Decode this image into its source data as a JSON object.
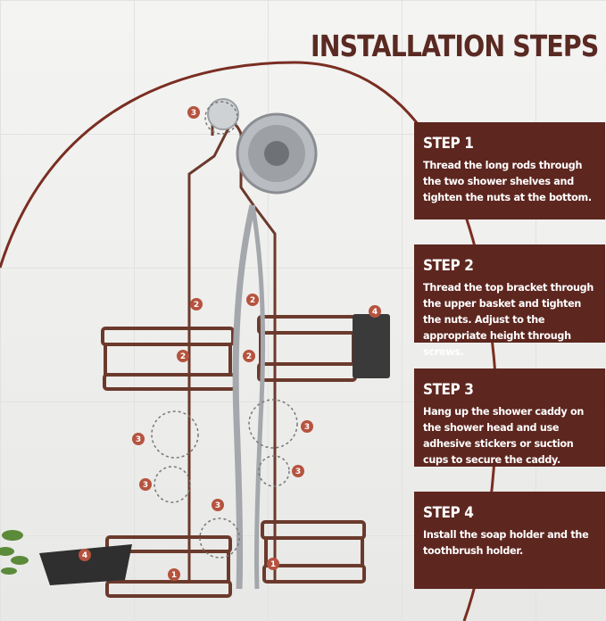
{
  "heading": "INSTALLATION STEPS",
  "steps": [
    {
      "title": "STEP 1",
      "text": "Thread the long rods through the two shower shelves and tighten the nuts at the bottom."
    },
    {
      "title": "STEP 2",
      "text": "Thread the top bracket through the upper basket and tighten the nuts. Adjust to the appropriate height through screws."
    },
    {
      "title": "STEP 3",
      "text": "Hang up the shower caddy on the shower head and use adhesive stickers or suction cups to secure the caddy."
    },
    {
      "title": "STEP 4",
      "text": "Install the soap holder and the toothbrush holder."
    }
  ],
  "markers": [
    "1",
    "2",
    "3",
    "4"
  ],
  "colors": {
    "brand": "#5d261f",
    "heading": "#5a2a22",
    "marker": "#b5533f",
    "metal": "#6b3a2c"
  }
}
